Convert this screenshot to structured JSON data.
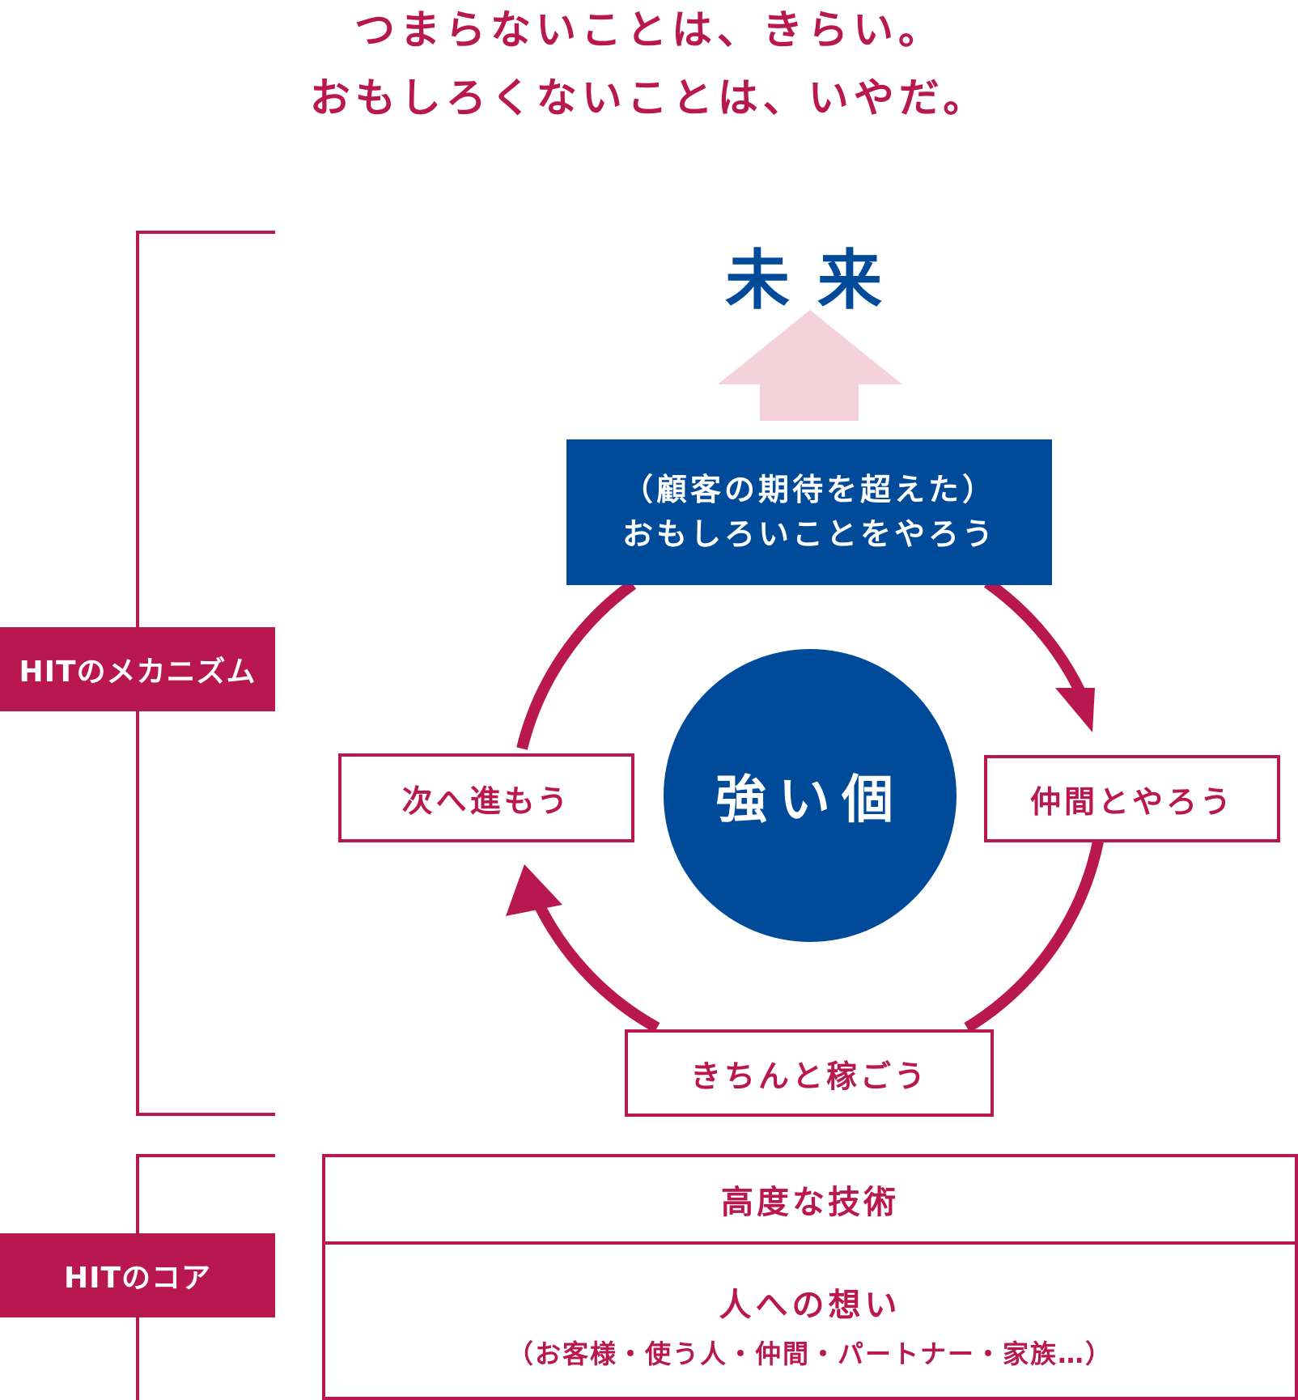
{
  "headline": {
    "line1": "つまらないことは、きらい。",
    "line2": "おもしろくないことは、いやだ。"
  },
  "mechanism": {
    "label": "HITのメカニズム",
    "future": "未来",
    "goal_line1": "（顧客の期待を超えた）",
    "goal_line2": "おもしろいことをやろう",
    "center": "強い個",
    "step_right": "仲間とやろう",
    "step_bottom": "きちんと稼ごう",
    "step_left": "次へ進もう"
  },
  "core": {
    "label": "HITのコア",
    "item1": "高度な技術",
    "item2_title": "人への想い",
    "item2_sub": "（お客様・使う人・仲間・パートナー・家族…）"
  },
  "colors": {
    "accent": "#b8174f",
    "primary": "#004a9a",
    "arrow_light": "#f3d2dc"
  }
}
